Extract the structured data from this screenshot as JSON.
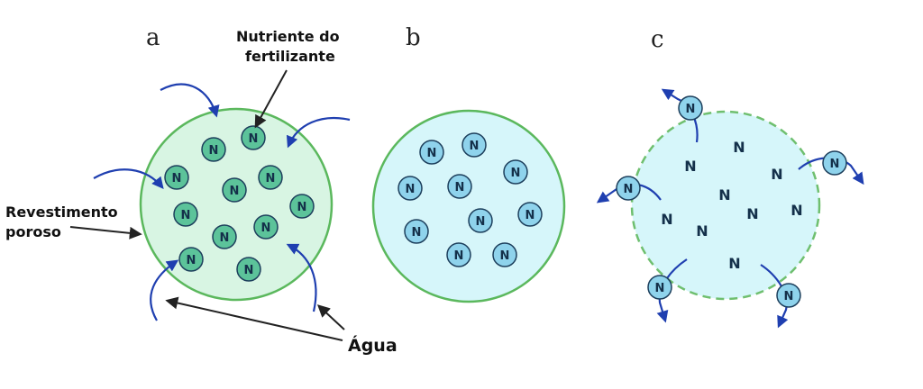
{
  "panels": {
    "a": {
      "letter": "a"
    },
    "b": {
      "letter": "b"
    },
    "c": {
      "letter": "c"
    }
  },
  "labels": {
    "nutrient_line1": "Nutriente do",
    "nutrient_line2": "fertilizante",
    "coating_line1": "Revestimento",
    "coating_line2": "poroso",
    "water": "Água"
  },
  "nutrient_symbol": "N",
  "colors": {
    "panel_a_fill": "#d8f5e3",
    "panel_a_stroke": "#5bb85d",
    "granule_a_fill": "#5cc39a",
    "panel_bc_fill": "#d6f6fa",
    "panel_b_stroke": "#5bb85d",
    "panel_c_stroke": "#6fbf6f",
    "granule_bc_fill": "#8fd3ec",
    "granule_stroke": "#1d3f5c",
    "water_arrow": "#1f3fb0",
    "label_arrow": "#222222"
  }
}
